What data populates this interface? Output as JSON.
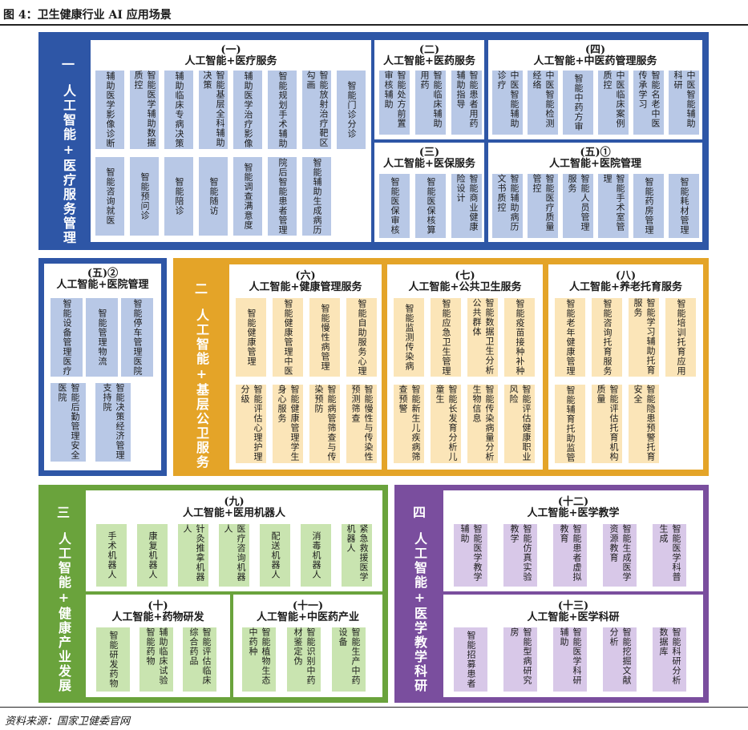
{
  "figure": {
    "title": "图 4：卫生健康行业 AI 应用场景",
    "source": "资料来源：国家卫健委官网"
  },
  "sections": {
    "s1": {
      "num": "一",
      "title": "人工智能+医疗服务管理"
    },
    "s2": {
      "num": "二",
      "title": "人工智能+基层公卫服务"
    },
    "s3": {
      "num": "三",
      "title": "人工智能+健康产业发展"
    },
    "s4": {
      "num": "四",
      "title": "人工智能+医学教学科研"
    }
  },
  "panels": {
    "p1": {
      "num": "(一)",
      "title": "人工智能+医疗服务",
      "items": [
        "辅助医学影像诊断",
        "智能医学辅助数据质控",
        "辅助临床专病决策",
        "智能基层全科辅助决策",
        "辅助医学治疗影像",
        "智能规划手术辅助",
        "智能放射治疗靶区勾画",
        "智能门诊分诊",
        "智能咨询就医",
        "智能预问诊",
        "智能陪诊",
        "智能随访",
        "智能调查满意度",
        "院后智能患者管理",
        "智能辅助生成病历"
      ]
    },
    "p2": {
      "num": "(二)",
      "title": "人工智能+医药服务",
      "items": [
        "智能处方前置审核辅助",
        "智能临床辅助用药",
        "智能患者用药辅助指导"
      ]
    },
    "p3": {
      "num": "(三)",
      "title": "人工智能+医保服务",
      "items": [
        "智能医保审核",
        "智能医保核算",
        "智能商业健康险设计"
      ]
    },
    "p4": {
      "num": "(四)",
      "title": "人工智能+中医药管理服务",
      "items": [
        "中医智能辅助诊疗",
        "中医智能检测经络",
        "智能中药方审",
        "中医临床案例质控",
        "智能名老中医传承学习",
        "中医智能辅助科研"
      ]
    },
    "p5a": {
      "num": "(五)①",
      "title": "人工智能+医院管理",
      "items": [
        "智能辅助病历文书质控",
        "智能医疗质量管控",
        "智能人员管理服务",
        "智能手术室管理",
        "智能药房管理",
        "智能耗材管理"
      ]
    },
    "p5b": {
      "num": "(五)②",
      "title": "人工智能+医院管理",
      "items": [
        "智能设备管理医疗",
        "智能管理物流",
        "智能停车管理医院",
        "智能后勤管理安全医院",
        "智能决策经济管理支持院"
      ]
    },
    "p6": {
      "num": "(六)",
      "title": "人工智能+健康管理服务",
      "items": [
        "智能健康管理",
        "智能健康管理中医",
        "智能慢性病管理",
        "智能自助服务心理",
        "智能评估心理护理分级",
        "智能健康管理学生身心服务",
        "智能病管筛查与传染预防",
        "智能慢性与传染性预测筛查"
      ]
    },
    "p7": {
      "num": "(七)",
      "title": "人工智能+公共卫生服务",
      "items": [
        "智能监测传染病",
        "智能应急卫生管理",
        "智能数据卫生分析公共群体",
        "智能疫苗接种补种",
        "智能新生儿疾病筛查预警",
        "智能长发育分析儿童生",
        "智能传染病量分析生物信息",
        "智能评估健康职业风险"
      ]
    },
    "p8": {
      "num": "(八)",
      "title": "人工智能+养老托育服务",
      "items": [
        "智能老年健康管理",
        "智能咨询托育服务",
        "智能学习辅助托育服务",
        "智能培训托育应用",
        "智能辅育托助监管",
        "智能评估托育机构质量",
        "智能隐患预警托育安全"
      ]
    },
    "p9": {
      "num": "(九)",
      "title": "人工智能+医用机器人",
      "items": [
        "手术机器人",
        "康复机器人",
        "针灸推拿机器人",
        "医疗咨询机器人",
        "配送机器人",
        "消毒机器人",
        "紧急救援医学机器人"
      ]
    },
    "p10": {
      "num": "(十)",
      "title": "人工智能+药物研发",
      "items": [
        "智能研发药物",
        "辅助临床试验智能药物",
        "智能评估临床综合药品"
      ]
    },
    "p11": {
      "num": "(十一)",
      "title": "人工智能+中医药产业",
      "items": [
        "智能植物生态中药种",
        "智能识别中药材鉴定伪",
        "智能生产中药设备"
      ]
    },
    "p12": {
      "num": "(十二)",
      "title": "人工智能+医学教学",
      "items": [
        "智能医学教学辅助",
        "智能仿真实验教学",
        "智能患者虚拟教育",
        "智能生成医学资源教育",
        "智能医学科普生成"
      ]
    },
    "p13": {
      "num": "(十三)",
      "title": "人工智能+医学科研",
      "items": [
        "智能招募患者",
        "智能型病研究房",
        "智能医学科研辅助",
        "智能挖掘文献分析",
        "智能科研分析数据库"
      ]
    }
  }
}
